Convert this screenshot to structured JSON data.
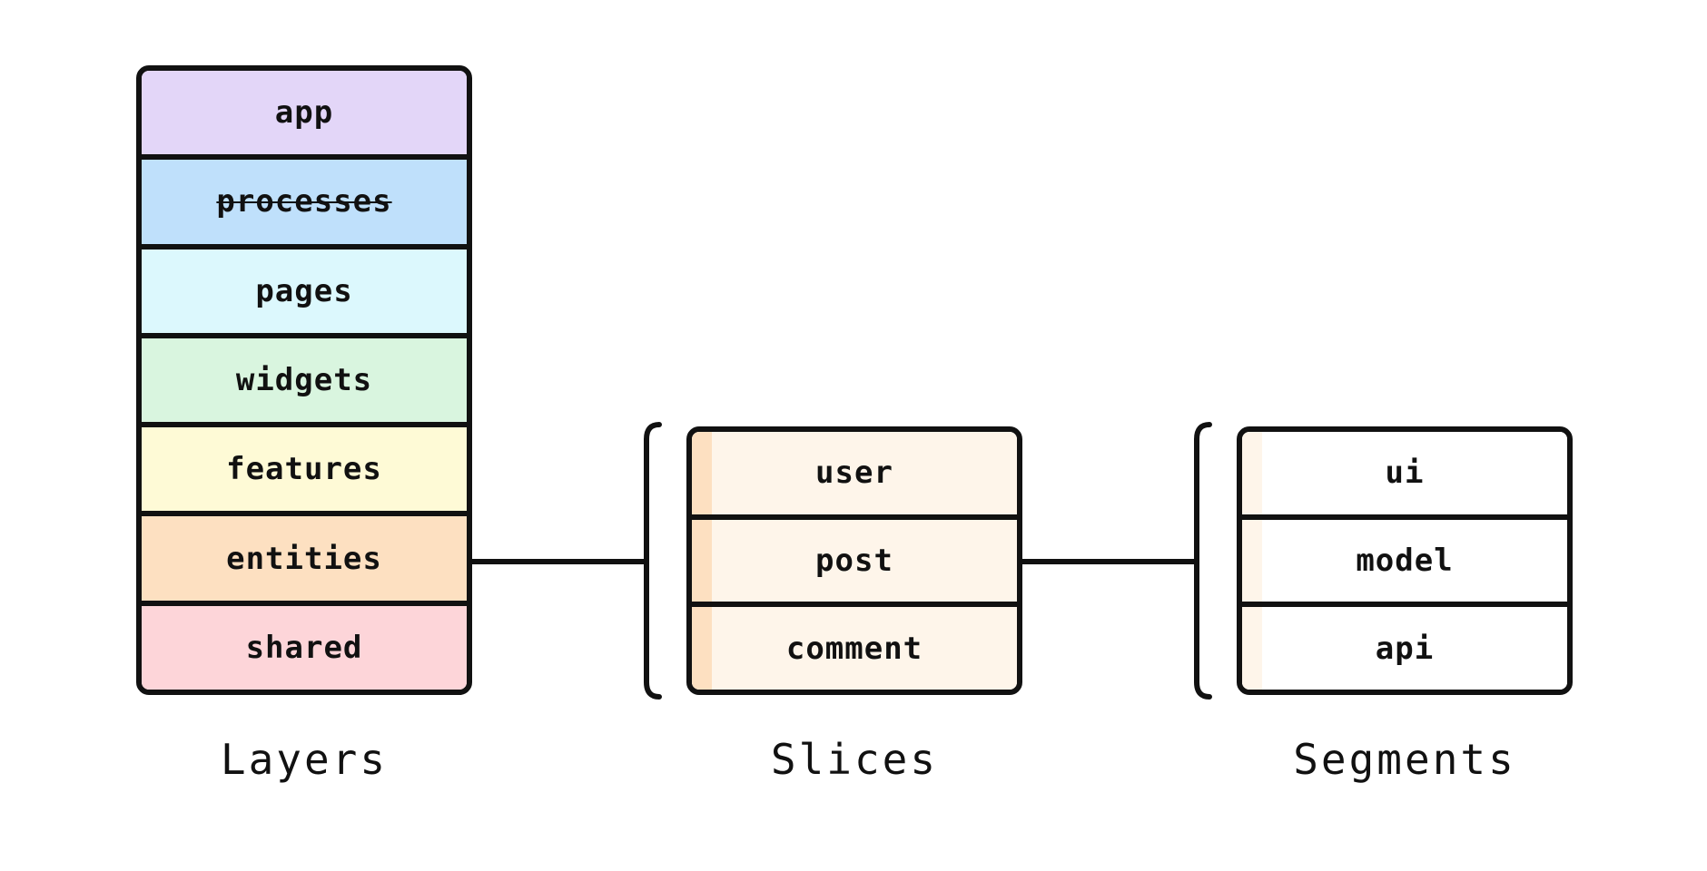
{
  "layers": {
    "caption": "Layers",
    "items": [
      {
        "label": "app",
        "color": "#e3d6f8",
        "strike": false
      },
      {
        "label": "processes",
        "color": "#bfe0fb",
        "strike": true
      },
      {
        "label": "pages",
        "color": "#dcf8fd",
        "strike": false
      },
      {
        "label": "widgets",
        "color": "#d9f5df",
        "strike": false
      },
      {
        "label": "features",
        "color": "#fefad6",
        "strike": false
      },
      {
        "label": "entities",
        "color": "#fde0c1",
        "strike": false
      },
      {
        "label": "shared",
        "color": "#fdd5d9",
        "strike": false
      }
    ]
  },
  "slices": {
    "caption": "Slices",
    "fill_color": "#fef5ea",
    "stripe_color": "#fde0c1",
    "items": [
      {
        "label": "user"
      },
      {
        "label": "post"
      },
      {
        "label": "comment"
      }
    ]
  },
  "segments": {
    "caption": "Segments",
    "fill_color": "#ffffff",
    "stripe_color": "#fef5ea",
    "items": [
      {
        "label": "ui"
      },
      {
        "label": "model"
      },
      {
        "label": "api"
      }
    ]
  },
  "colors": {
    "stroke": "#111111",
    "background": "#ffffff"
  }
}
